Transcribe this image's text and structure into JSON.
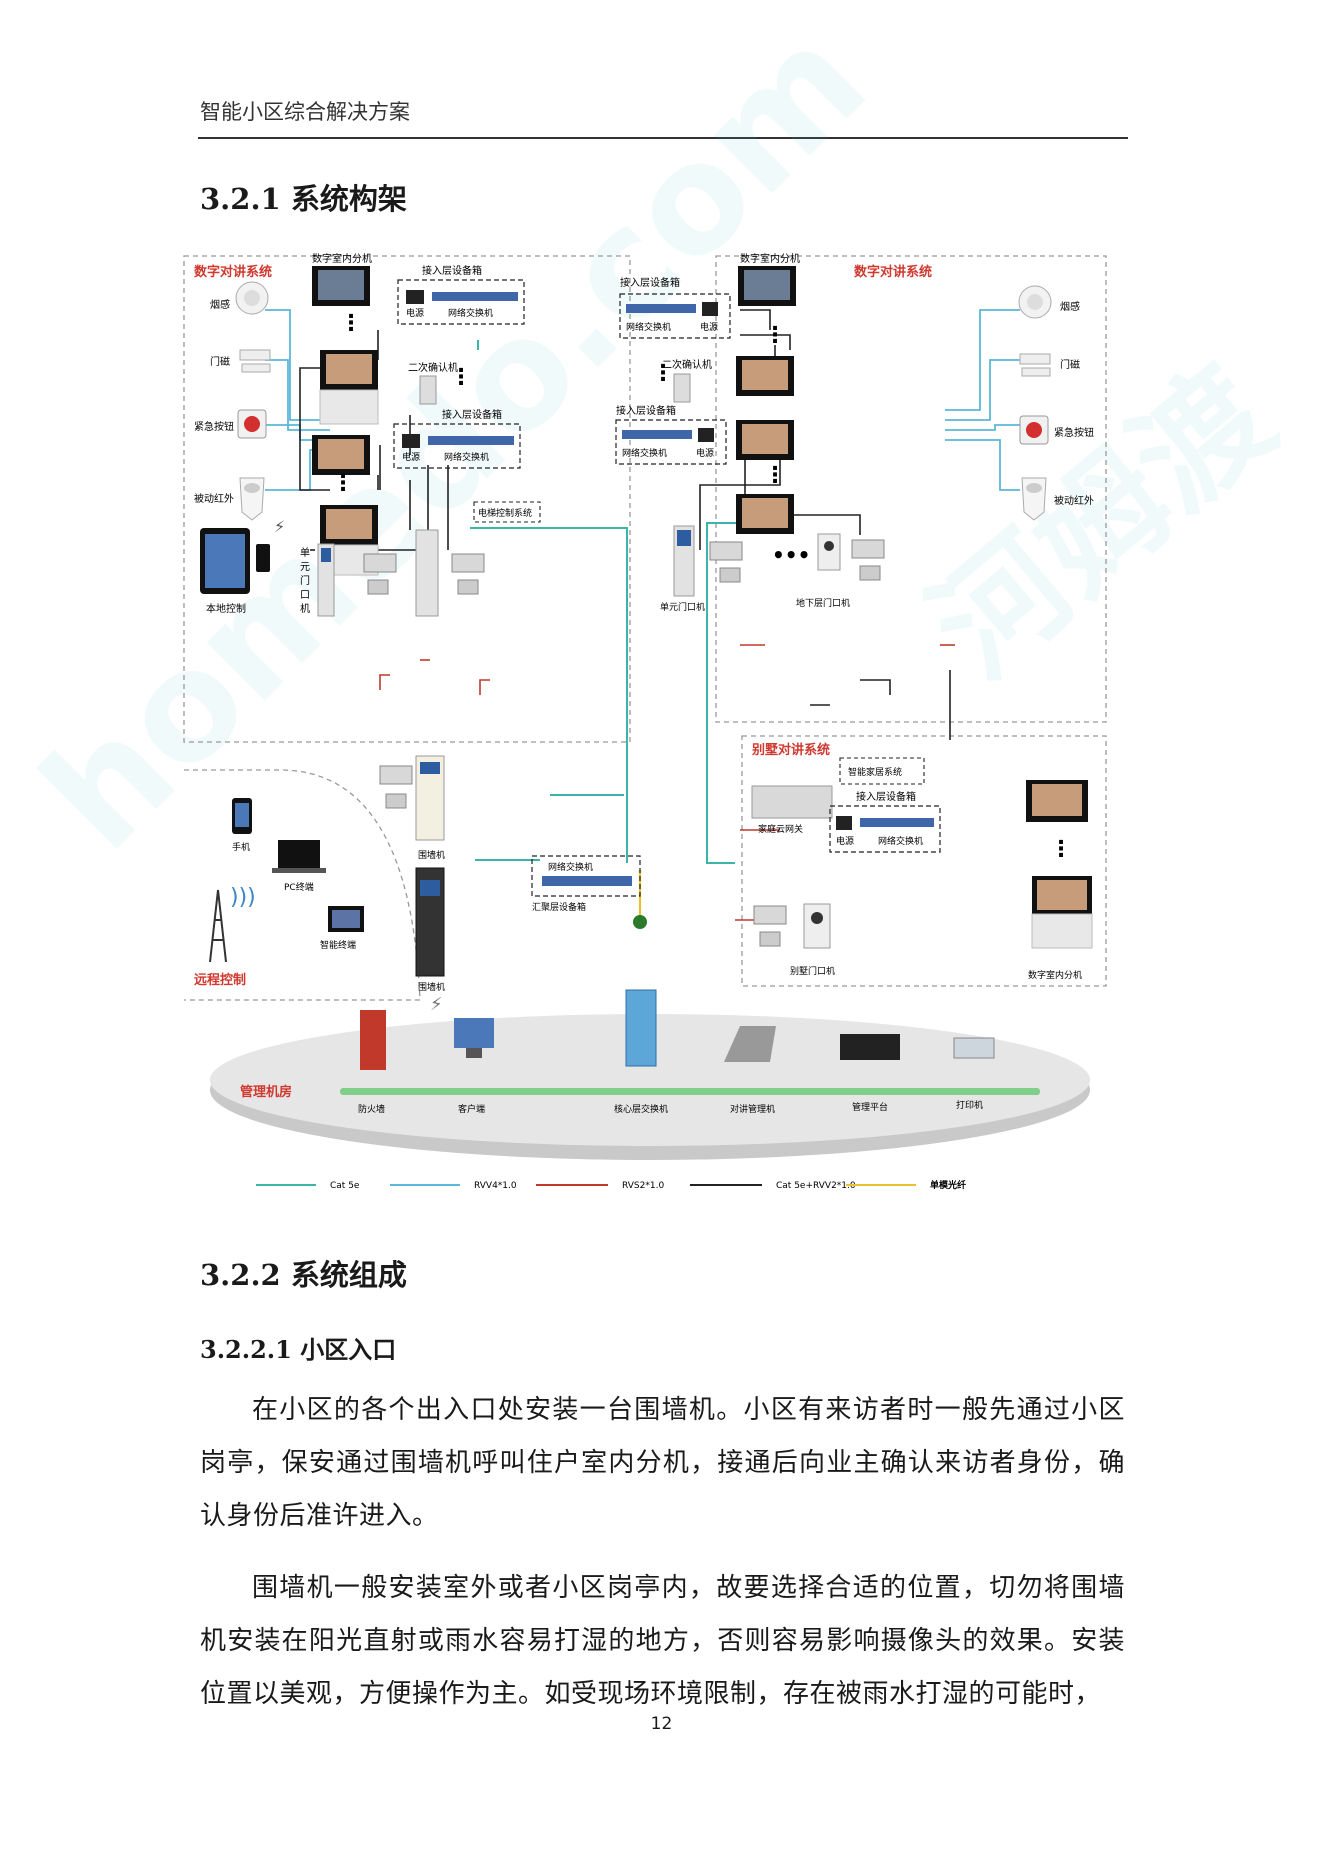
{
  "header": "智能小区综合解决方案",
  "section_321": "3.2.1 系统构架",
  "section_322": "3.2.2 系统组成",
  "section_3221": "3.2.2.1 小区入口",
  "paragraphs": [
    "在小区的各个出入口处安装一台围墙机。小区有来访者时一般先通过小区岗亭，保安通过围墙机呼叫住户室内分机，接通后向业主确认来访者身份，确认身份后准许进入。",
    "围墙机一般安装室外或者小区岗亭内，故要选择合适的位置，切勿将围墙机安装在阳光直射或雨水容易打湿的地方，否则容易影响摄像头的效果。安装位置以美观，方便操作为主。如受现场环境限制，存在被雨水打湿的可能时，"
  ],
  "page_number": "12",
  "watermark": {
    "logo": "homedo.com",
    "brand": "河姆渡"
  },
  "colors": {
    "cat5e": "#3ab6a8",
    "rvv4": "#5bb8d9",
    "rvv2": "#c0392b",
    "cat5e_rvv2": "#222222",
    "fiber": "#e8c230",
    "title_red": "#d0392f"
  },
  "diagram": {
    "tl_title": "数字对讲系统",
    "tr_title": "数字对讲系统",
    "villa_title": "别墅对讲系统",
    "remote_title": "远程控制",
    "room_title": "管理机房",
    "smoke": "烟感",
    "door": "门磁",
    "emergency": "紧急按钮",
    "pir": "被动红外",
    "indoor": "数字室内分机",
    "access_box": "接入层设备箱",
    "power": "电源",
    "switch": "网络交换机",
    "confirm": "二次确认机",
    "local": "本地控制",
    "unit_door_v": [
      "单",
      "元",
      "门",
      "口",
      "机"
    ],
    "elevator": "电梯控制系统",
    "unit_door": "单元门口机",
    "basement": "地下层门口机",
    "smart_home": "智能家居系统",
    "gateway": "家庭云网关",
    "villa_door": "别墅门口机",
    "villa_indoor": "数字室内分机",
    "phone": "手机",
    "pc": "PC终端",
    "tablet": "智能终端",
    "wall1": "围墙机",
    "wall2": "围墙机",
    "agg_switch": "网络交换机",
    "agg_box": "汇聚层设备箱",
    "firewall": "防火墙",
    "client": "客户端",
    "core": "核心层交换机",
    "talk_mgr": "对讲管理机",
    "platform": "管理平台",
    "printer": "打印机",
    "legend": [
      "Cat 5e",
      "RVV4*1.0",
      "RVS2*1.0",
      "Cat 5e+RVV2*1.0",
      "单模光纤"
    ]
  }
}
